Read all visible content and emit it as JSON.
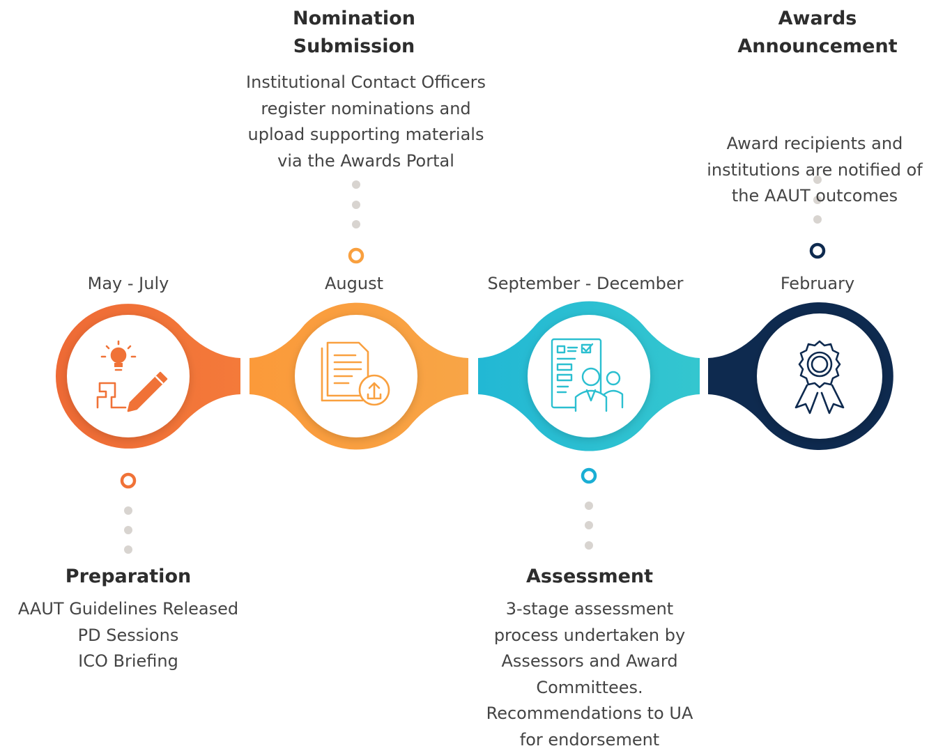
{
  "stages": [
    {
      "id": "preparation",
      "date": "May - July",
      "title": "Preparation",
      "description": "AAUT Guidelines Released\nPD Sessions\nICO Briefing",
      "color": "#f07237",
      "icon": "lightbulb-pencil-icon"
    },
    {
      "id": "nomination",
      "date": "August",
      "title": "Nomination\nSubmission",
      "description": "Institutional Contact Officers\nregister nominations and\nupload supporting materials\nvia the Awards Portal",
      "color": "#f9a03f",
      "icon": "document-upload-icon"
    },
    {
      "id": "assessment",
      "date": "September -  December",
      "title": "Assessment",
      "description": "3-stage assessment\nprocess undertaken by\nAssessors and Award\nCommittees.\nRecommendations to UA\nfor endorsement",
      "color": "#2bbfd0",
      "icon": "assessors-checklist-icon"
    },
    {
      "id": "awards",
      "date": "February",
      "title": "Awards\nAnnouncement",
      "description": "Award recipients and\ninstitutions are notified of\nthe AAUT outcomes",
      "color": "#0e2a4f",
      "icon": "award-ribbon-icon"
    }
  ],
  "colors": {
    "dot": "#d8d4d0",
    "text": "#444444",
    "title": "#2d2d2d"
  }
}
